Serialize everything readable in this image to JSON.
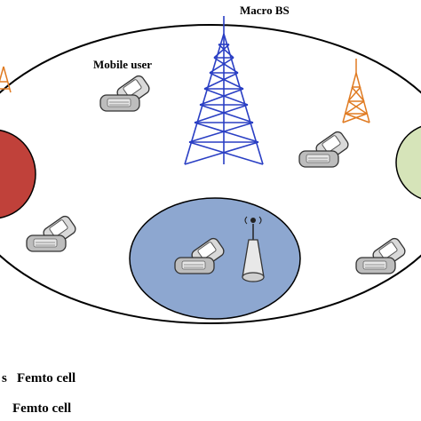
{
  "labels": {
    "macro_bs": "Macro BS",
    "mobile_user": "Mobile user"
  },
  "legend": [
    {
      "marker": "s",
      "text": "Femto cell",
      "color": "#c0413a"
    },
    {
      "marker": "",
      "text": "Femto cell",
      "color": "#c9dba7"
    }
  ],
  "colors": {
    "macro_cell_outline": "#000000",
    "macro_tower": "#2a3fc4",
    "small_tower": "#e07b22",
    "femto_cell_blue": "#8da7d0",
    "femto_cell_red": "#c0413a",
    "femto_cell_green": "#d6e4b9",
    "phone_body": "#bfbfbf"
  },
  "icons": [
    "macro-tower-icon",
    "small-tower-icon",
    "femto-bs-icon",
    "mobile-phone-icon"
  ]
}
